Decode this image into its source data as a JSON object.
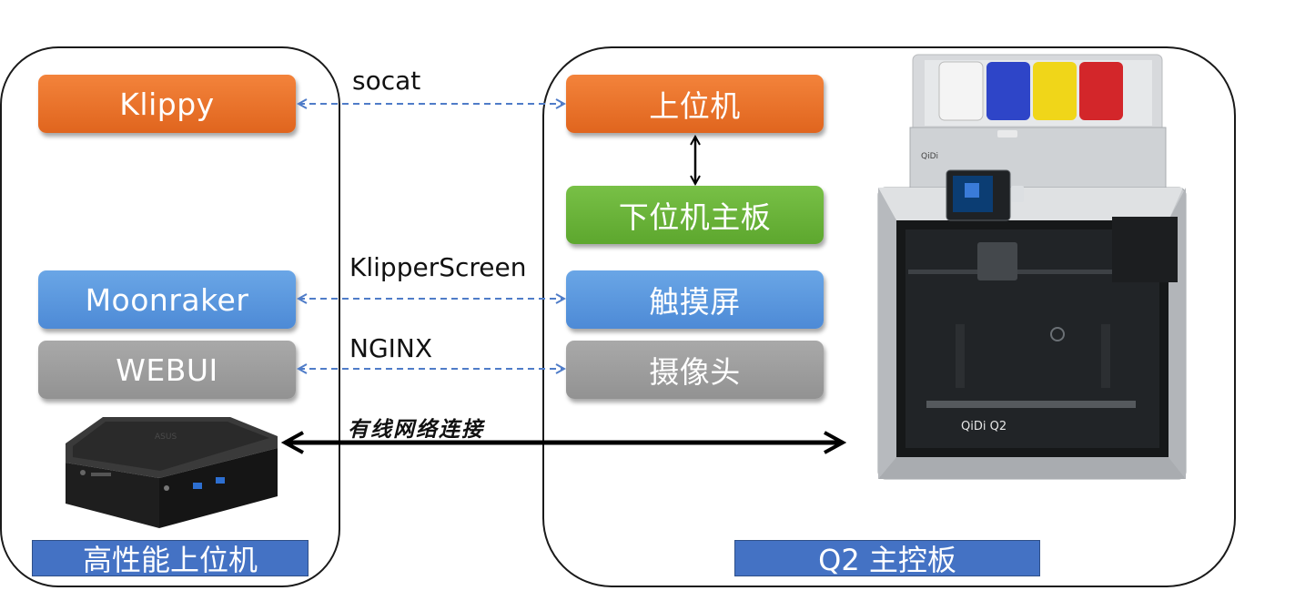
{
  "left_group": {
    "boxes": {
      "klippy": "Klippy",
      "moonraker": "Moonraker",
      "webui": "WEBUI"
    },
    "banner": "高性能上位机"
  },
  "right_group": {
    "boxes": {
      "host": "上位机",
      "mainboard": "下位机主板",
      "touchscreen": "触摸屏",
      "camera": "摄像头"
    },
    "banner": "Q2 主控板"
  },
  "connections": {
    "socat": "socat",
    "klipperscreen": "KlipperScreen",
    "nginx": "NGINX",
    "wired": "有线网络连接"
  },
  "printer": {
    "brand": "QiDi",
    "model": "Q2",
    "filament_colors": [
      "#f4f4f4",
      "#2e45c8",
      "#f0d619",
      "#d3262a"
    ]
  },
  "colors": {
    "orange": "#e8712a",
    "green": "#67b23a",
    "blue": "#5996dd",
    "gray": "#9d9d9d",
    "banner": "#4472c4",
    "dashed_arrow": "#4f7cc8"
  }
}
